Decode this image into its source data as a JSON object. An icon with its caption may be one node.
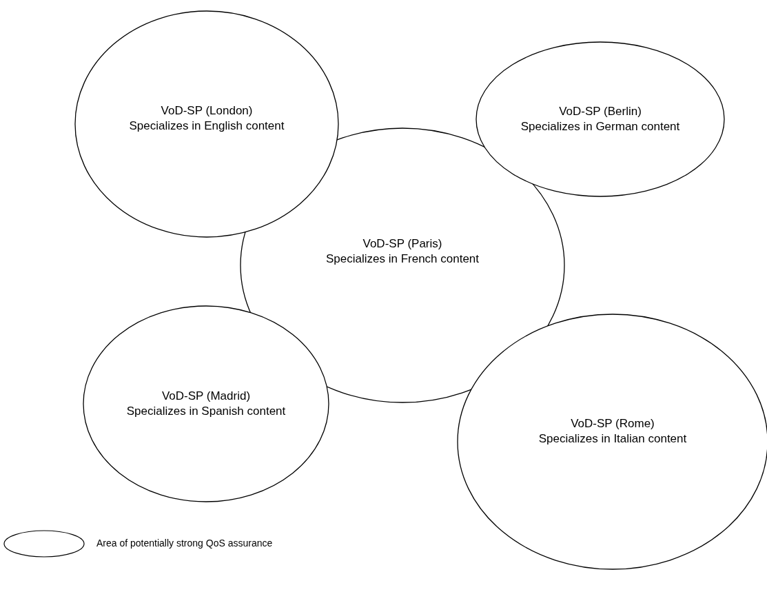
{
  "diagram": {
    "nodes": [
      {
        "text": [
          "VoD-SP (London)",
          "Specializes in English content"
        ]
      },
      {
        "text": [
          "VoD-SP (Berlin)",
          "Specializes in German content"
        ]
      },
      {
        "text": [
          "VoD-SP (Paris)",
          "Specializes in French content"
        ]
      },
      {
        "text": [
          "VoD-SP (Madrid)",
          "Specializes in Spanish content"
        ]
      },
      {
        "text": [
          "VoD-SP (Rome)",
          "Specializes in Italian content"
        ]
      }
    ],
    "edges": [],
    "legend": [
      {
        "text": "Area of potentially strong QoS assurance"
      }
    ]
  }
}
